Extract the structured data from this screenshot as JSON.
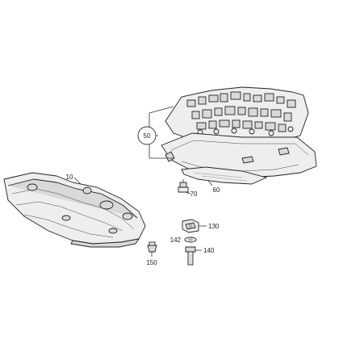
{
  "callouts": {
    "c10": "10",
    "c50": "50",
    "c60": "60",
    "c70": "70",
    "c130": "130",
    "c140": "140",
    "c142": "142",
    "c150": "150"
  }
}
